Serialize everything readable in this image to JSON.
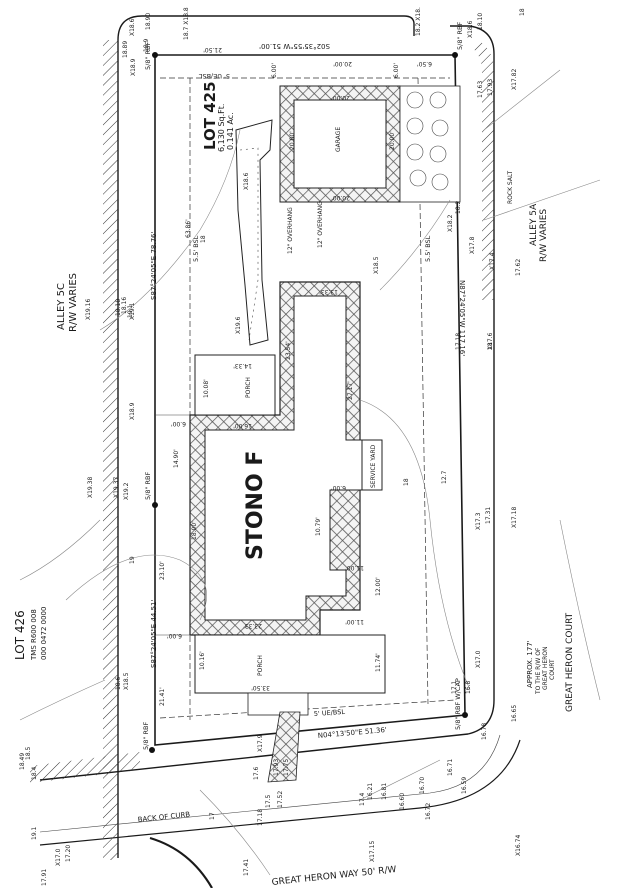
{
  "lots": {
    "lot425_title": "LOT 425",
    "lot425_sqft": "6,130 Sq.Ft.",
    "lot425_ac": "0.141 Ac.",
    "lot426_title": "LOT 426",
    "lot426_ref1": "TMS R600 008",
    "lot426_ref2": "000 0472 0000"
  },
  "house": {
    "model": "STONO F",
    "porch_top": "PORCH",
    "porch_bottom": "PORCH",
    "garage": "GARAGE",
    "service_yard": "SERVICE YARD"
  },
  "streets": {
    "alley_5c": "ALLEY 5C",
    "alley_5c_rw": "R/W VARIES",
    "alley_5a": "ALLEY 5A",
    "alley_5a_rw": "R/W VARIES",
    "great_heron_way": "GREAT HERON WAY 50' R/W",
    "back_of_curb": "BACK OF CURB",
    "great_heron_court": "GREAT HERON COURT",
    "approx_note_1": "APPROX. 177'",
    "approx_note_2": "TO THE R/W OF",
    "approx_note_3": "GREAT HERON",
    "approx_note_4": "COURT",
    "rock_salt": "ROCK SALT"
  },
  "bearings": {
    "top": "S02°35'55\"W 51.00'",
    "left": "S87°24'05\"E  78.76'",
    "left2": "S87°24'05\"E  44.51'",
    "right": "N87°24'05\"W  117.16'",
    "bottom": "N04°13'50\"E  51.36'"
  },
  "setbacks": {
    "ue_bsl_top": "5' UE/BSL",
    "ue_bsl_bottom": "5' UE/BSL",
    "bsl_left": "5.5' BSL",
    "bsl_right": "5.5' BSL",
    "overhang1": "12\" OVERHANG",
    "overhang2": "12\" OVERHANG"
  },
  "pins": {
    "tl": "5/8\" RBF",
    "tr": "5/8\" RBF",
    "ml": "5/8\" RBF",
    "bl": "5/8\" RBF",
    "br": "5/8\" RBF W/CAP"
  },
  "dims": {
    "d20_top": "20.00'",
    "d20_bot": "20.00'",
    "d20_left": "20.00'",
    "d20_right": "20.00'",
    "d6_left": "6.00'",
    "d6_right": "6.00'",
    "d21_50": "21.50'",
    "d20a": "20.00'",
    "d6_50": "6.50'",
    "d63_86": "63.86'",
    "d13_33a": "13.33'",
    "d14_33": "14.33'",
    "d10_08": "10.08'",
    "d16": "16.00'",
    "d23_54": "23.54'",
    "d27_17": "27.17'",
    "d14_90": "14.90'",
    "d6_00a": "6.00'",
    "d18_00": "18.00'",
    "d23_10": "23.10'",
    "d6_00b": "6.00'",
    "d10_79": "10.79'",
    "d6_00c": "6.00'",
    "d11_00a": "11.00'",
    "d12_00": "12.00'",
    "d11_00b": "11.00'",
    "d23_33": "23.33'",
    "d6_00d": "6.00'",
    "d10_16": "10.16'",
    "d11_74": "11.74'",
    "d33_50": "33.50'",
    "d21_41": "21.41'",
    "d12_7": "12.7"
  },
  "elevations": [
    "X18.6",
    "18.90",
    "X18.9",
    "18.89",
    "18.9",
    "18.7 X18.8",
    "18.2 X18.",
    "X18.6",
    "18.10",
    "X17.82",
    "17.63",
    "17.93",
    "18.2",
    "X17.8",
    "17.62",
    "X17.4",
    "X17.6",
    "X17.3",
    "17.18",
    "X17.18",
    "17.31",
    "X17.0",
    "17.1",
    "16.8",
    "16.65",
    "16.78",
    "X19.1",
    "X18.9",
    "X18.5",
    "X18.2",
    "X19.16",
    "X19.38",
    "X19.37",
    "X19.2",
    "18.6",
    "X18.5",
    "18.18",
    "18.16",
    "19.1",
    "X19.6",
    "X18.6",
    "X17.9",
    "18.49",
    "18.4",
    "18.5",
    "17.6",
    "17.93",
    "17.75",
    "17.52",
    "17.5",
    "17.18",
    "17.4",
    "16.21",
    "16.81",
    "16.60",
    "16.70",
    "16.72",
    "16.71",
    "16.59",
    "17.41",
    "X17.15",
    "X16.74",
    "17.91",
    "X17.0",
    "17.20",
    "19.1",
    "19",
    "18",
    "18",
    "18",
    "18",
    "17"
  ]
}
